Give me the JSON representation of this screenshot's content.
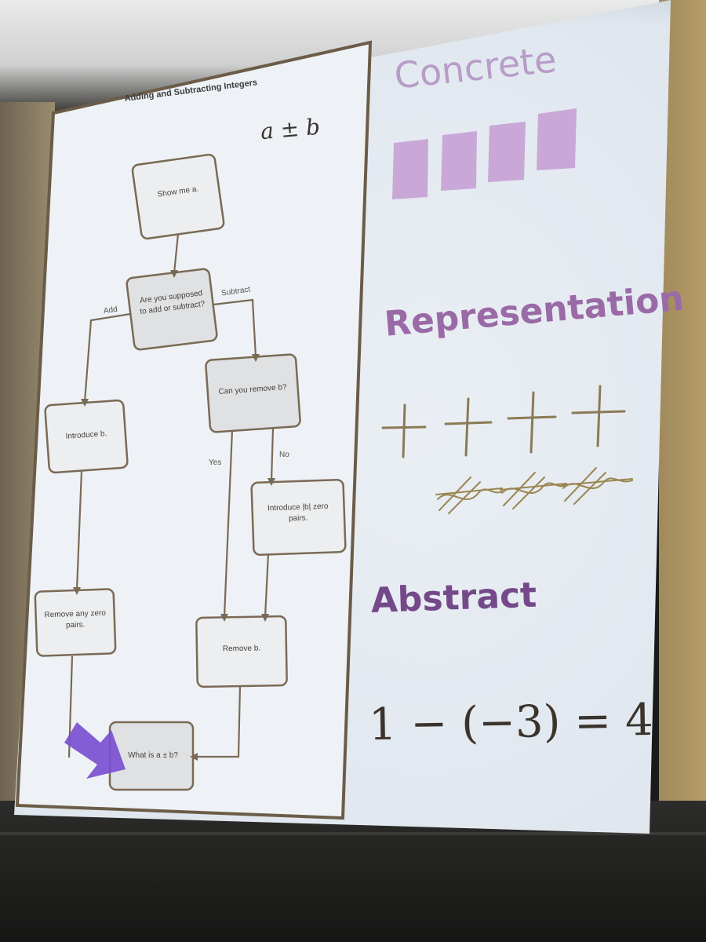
{
  "handout": {
    "title": "Adding and Subtracting Integers",
    "formula": "a ± b",
    "steps": {
      "show_a": "Show me a.",
      "decision": "Are you supposed to add or subtract?",
      "introduce_b": "Introduce b.",
      "can_remove": "Can you remove b?",
      "introduce_zero": "Introduce |b| zero pairs.",
      "remove_zero": "Remove any zero pairs.",
      "remove_b": "Remove b.",
      "what_is": "What is a ± b?"
    },
    "branches": {
      "add": "Add",
      "subtract": "Subtract",
      "yes": "Yes",
      "no": "No"
    }
  },
  "slide": {
    "concrete": "Concrete",
    "representation": "Representation",
    "abstract": "Abstract",
    "equation": "1 − (−3) = 4"
  },
  "colors": {
    "concrete_block": "#c9a8d8",
    "representation_heading": "#9a6aa6",
    "abstract_heading": "#74498a",
    "pointer_arrow": "#7b4fd0",
    "flowchart_line": "#7a6a55"
  },
  "icons": {
    "pointer": "arrow-icon",
    "plus": "plus-mark-icon",
    "zero_pair": "crossed-out-zero-pair-icon"
  }
}
